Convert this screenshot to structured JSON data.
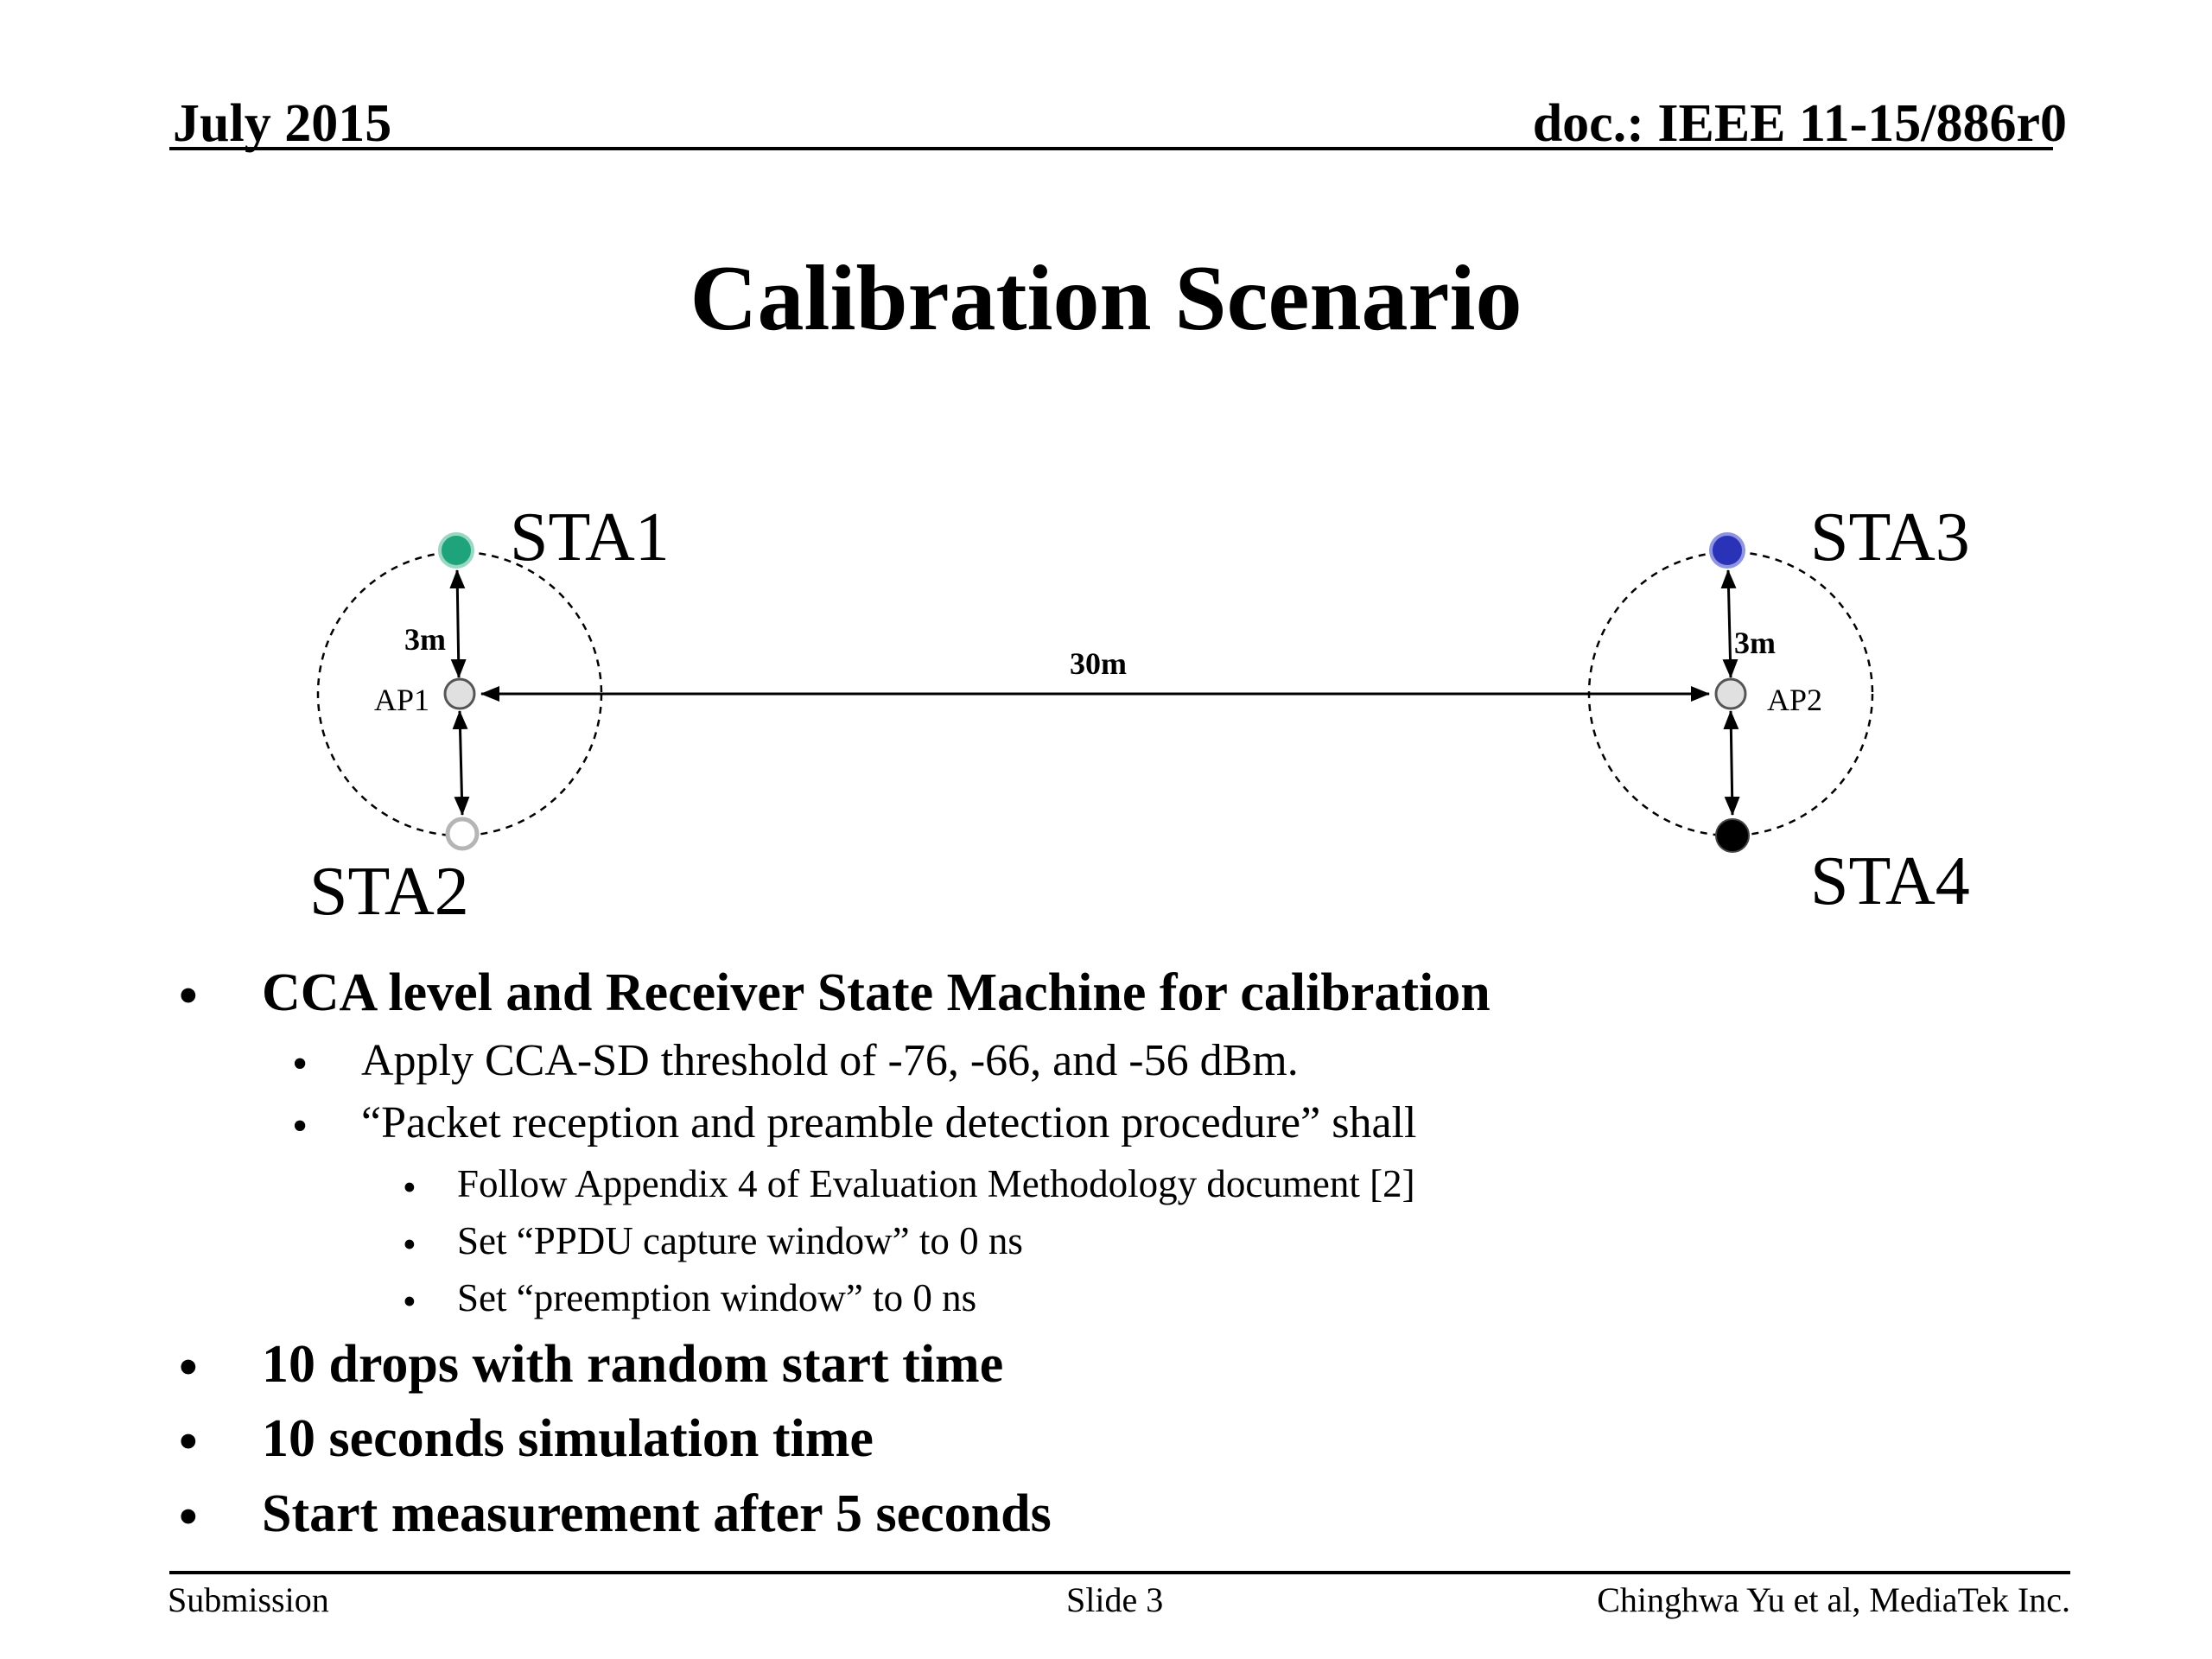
{
  "header": {
    "date": "July 2015",
    "doc_id": "doc.: IEEE 11-15/886r0"
  },
  "title": "Calibration Scenario",
  "diagram": {
    "nodes": {
      "sta1": "STA1",
      "sta2": "STA2",
      "sta3": "STA3",
      "sta4": "STA4",
      "ap1": "AP1",
      "ap2": "AP2"
    },
    "distances": {
      "ap1_sta": "3m",
      "ap2_sta": "3m",
      "ap_ap": "30m"
    },
    "colors": {
      "sta1": "#1fa37a",
      "sta2": "#ffffff",
      "sta3": "#2a33b8",
      "sta4": "#000000",
      "ap": "#e0e0e0"
    }
  },
  "bullets": {
    "b1": "CCA level and Receiver State Machine for calibration",
    "b1_1": "Apply CCA-SD threshold of -76, -66, and -56 dBm.",
    "b1_2": "“Packet reception and preamble detection procedure” shall",
    "b1_2_1": "Follow Appendix 4 of Evaluation Methodology document [2]",
    "b1_2_2": "Set “PPDU capture window” to 0 ns",
    "b1_2_3": "Set “preemption window” to 0 ns",
    "b2": "10 drops with random start time",
    "b3": "10 seconds simulation time",
    "b4": "Start measurement after 5 seconds",
    "bullet_char": "•"
  },
  "footer": {
    "left": "Submission",
    "center": "Slide 3",
    "right": "Chinghwa Yu et al, MediaTek Inc."
  }
}
